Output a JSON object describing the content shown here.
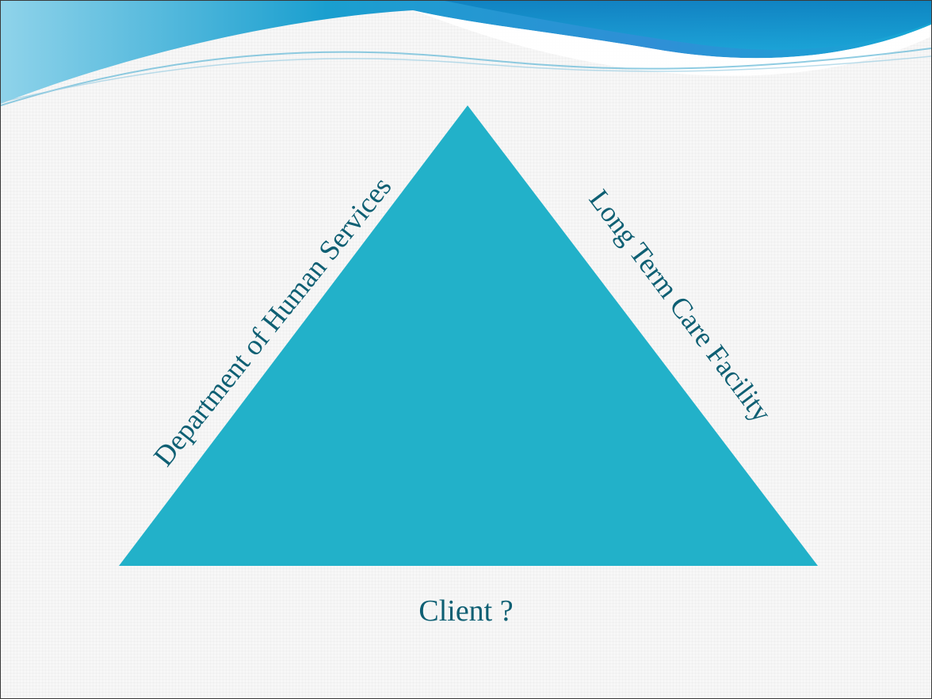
{
  "slide": {
    "left_side_label": "Department of Human Services",
    "right_side_label": "Long Term Care Facility",
    "base_label": "Client ?"
  },
  "colors": {
    "triangle_fill": "#22b1c9",
    "label_text": "#0e5f73",
    "header_wave_primary": "#1a9fcf",
    "header_wave_light": "#8fd3ea"
  },
  "icons": {
    "header": "decorative-wave-banner"
  }
}
